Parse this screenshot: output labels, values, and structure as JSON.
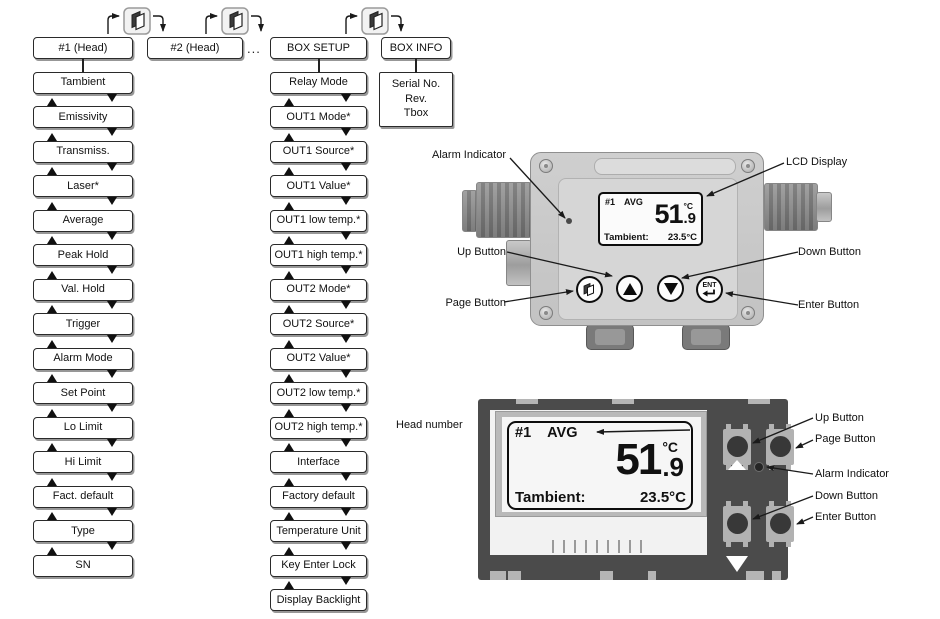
{
  "diagram": {
    "columns": [
      {
        "header": "#1 (Head)",
        "items": [
          "Tambient",
          "Emissivity",
          "Transmiss.",
          "Laser*",
          "Average",
          "Peak Hold",
          "Val. Hold",
          "Trigger",
          "Alarm Mode",
          "Set Point",
          "Lo Limit",
          "Hi Limit",
          "Fact. default",
          "Type",
          "SN"
        ]
      },
      {
        "header": "#2 (Head)",
        "items": []
      },
      {
        "header": "BOX SETUP",
        "items": [
          "Relay Mode",
          "OUT1 Mode*",
          "OUT1 Source*",
          "OUT1 Value*",
          "OUT1 low temp.*",
          "OUT1 high temp.*",
          "OUT2 Mode*",
          "OUT2 Source*",
          "OUT2 Value*",
          "OUT2 low temp.*",
          "OUT2 high temp.*",
          "Interface",
          "Factory default",
          "Temperature Unit",
          "Key Enter Lock",
          "Display Backlight"
        ]
      },
      {
        "header": "BOX INFO",
        "info_lines": {
          "line1": "Serial No.",
          "line2": "Rev.",
          "line3": "Tbox"
        }
      }
    ],
    "ellipsis": "..."
  },
  "lcd": {
    "head_number": "#1",
    "mode": "AVG",
    "value": "51",
    "decimal": ".9",
    "unit": "°C",
    "ambient_label": "Tambient:",
    "ambient_value": "23.5°C"
  },
  "device": {
    "labels": {
      "alarm_indicator": "Alarm Indicator",
      "lcd_display": "LCD Display",
      "up_button": "Up Button",
      "down_button": "Down Button",
      "page_button": "Page Button",
      "enter_button": "Enter Button"
    },
    "enter_key": "ENT"
  },
  "closeup": {
    "labels": {
      "head_number": "Head number",
      "up_button": "Up Button",
      "page_button": "Page Button",
      "alarm_indicator": "Alarm Indicator",
      "down_button": "Down Button",
      "enter_button": "Enter Button"
    }
  },
  "colors": {
    "panel_dark": "#4b4b4b",
    "device_body": "#c8c8c8",
    "lcd_screen": "#f6f6f6",
    "box_border": "#2a2a2a"
  }
}
